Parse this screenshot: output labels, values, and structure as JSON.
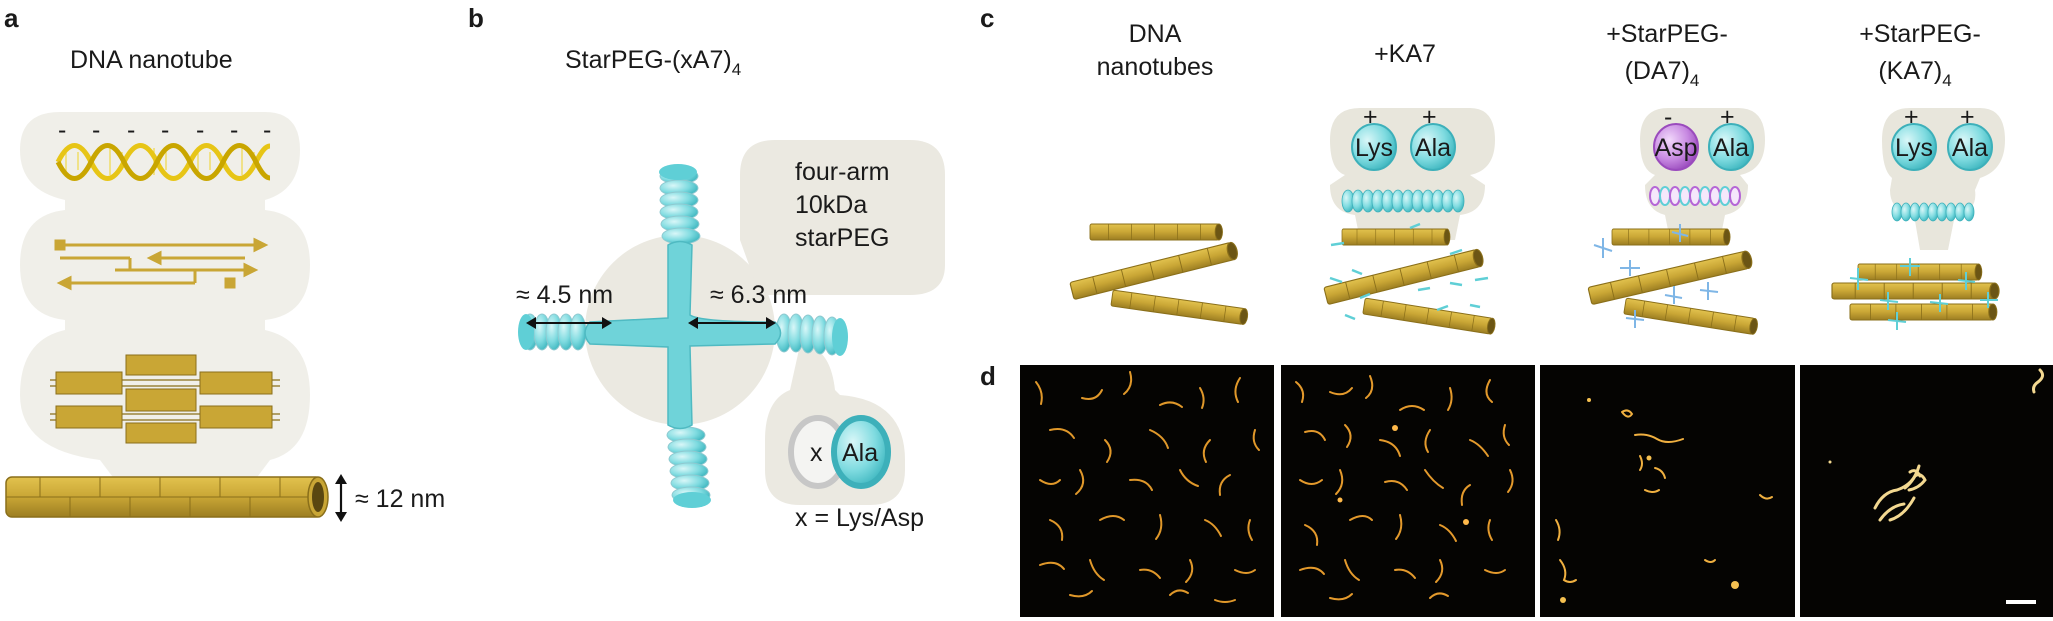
{
  "panel_a": {
    "letter": "a",
    "title": "DNA nanotube",
    "charge_sign": "-",
    "diameter_label": "≈ 12 nm"
  },
  "panel_b": {
    "letter": "b",
    "title_main": "StarPEG-(xA7)",
    "title_sub": "4",
    "callout_line1": "four-arm",
    "callout_line2": "10kDa",
    "callout_line3": "starPEG",
    "dim_left": "≈ 4.5 nm",
    "dim_right": "≈ 6.3 nm",
    "x_label": "x",
    "ala_label": "Ala",
    "legend": "x = Lys/Asp"
  },
  "panel_c": {
    "letter": "c",
    "col1_line1": "DNA",
    "col1_line2": "nanotubes",
    "col2_title": "+KA7",
    "col3_line1": "+StarPEG-",
    "col3_line2": "(DA7)",
    "col3_sub": "4",
    "col4_line1": "+StarPEG-",
    "col4_line2": "(KA7)",
    "col4_sub": "4",
    "lys": "Lys",
    "ala": "Ala",
    "asp": "Asp",
    "plus": "+",
    "minus": "-"
  },
  "panel_d": {
    "letter": "d"
  },
  "colors": {
    "tube_gold": "#c9a635",
    "tube_dark": "#8a6f1a",
    "cyan": "#5fcfd6",
    "purple": "#b566d6",
    "halo": "#e8e6dc",
    "helix_yellow": "#f0d320"
  }
}
